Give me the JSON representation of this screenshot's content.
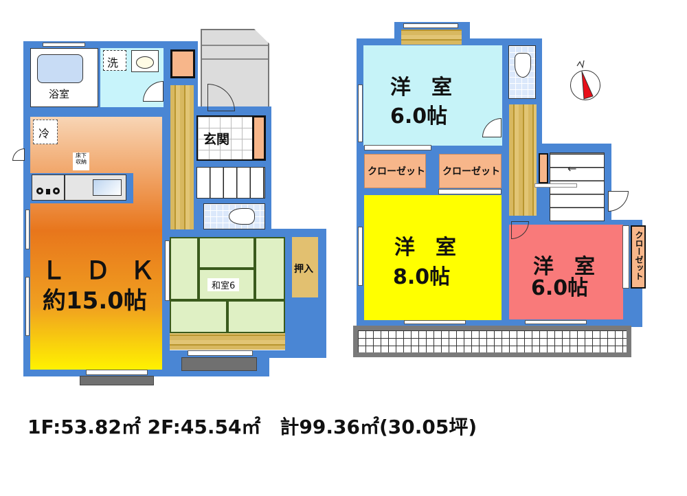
{
  "floor1": {
    "rooms": {
      "bath": "浴室",
      "washroom": "洗",
      "fridge": "冷",
      "underfloor_storage": "床下\n収納",
      "entrance": "玄関",
      "ldk_name": "Ｌ Ｄ Ｋ",
      "ldk_size": "約15.0帖",
      "washitsu": "和室6",
      "oshiire": "押入"
    },
    "area": "1F:53.82㎡"
  },
  "floor2": {
    "rooms": {
      "room_north_name": "洋　室",
      "room_north_size": "6.0帖",
      "closet1": "クローゼット",
      "closet2": "クローゼット",
      "room_center_name": "洋　室",
      "room_center_size": "8.0帖",
      "room_east_name": "洋　室",
      "room_east_size": "6.0帖",
      "closet3": "クローゼット"
    },
    "area": "2F:45.54㎡"
  },
  "summary": {
    "text": "1F:53.82㎡ 2F:45.54㎡　計99.36㎡(30.05坪)",
    "total": "計99.36㎡(30.05坪)"
  },
  "compass": {
    "icon": "north-arrow-icon",
    "color": "#e8101a"
  },
  "colors": {
    "wall": "#4a86d4",
    "ldk_top": "#f5c9a0",
    "ldk_mid": "#e8761c",
    "ldk_bottom": "#fff200",
    "washroom": "#c8f4fb",
    "room_north": "#c6f3f8",
    "room_center": "#ffff00",
    "room_east": "#f97a7a",
    "closet": "#f7b68a",
    "tatami": "#dff0c4"
  }
}
